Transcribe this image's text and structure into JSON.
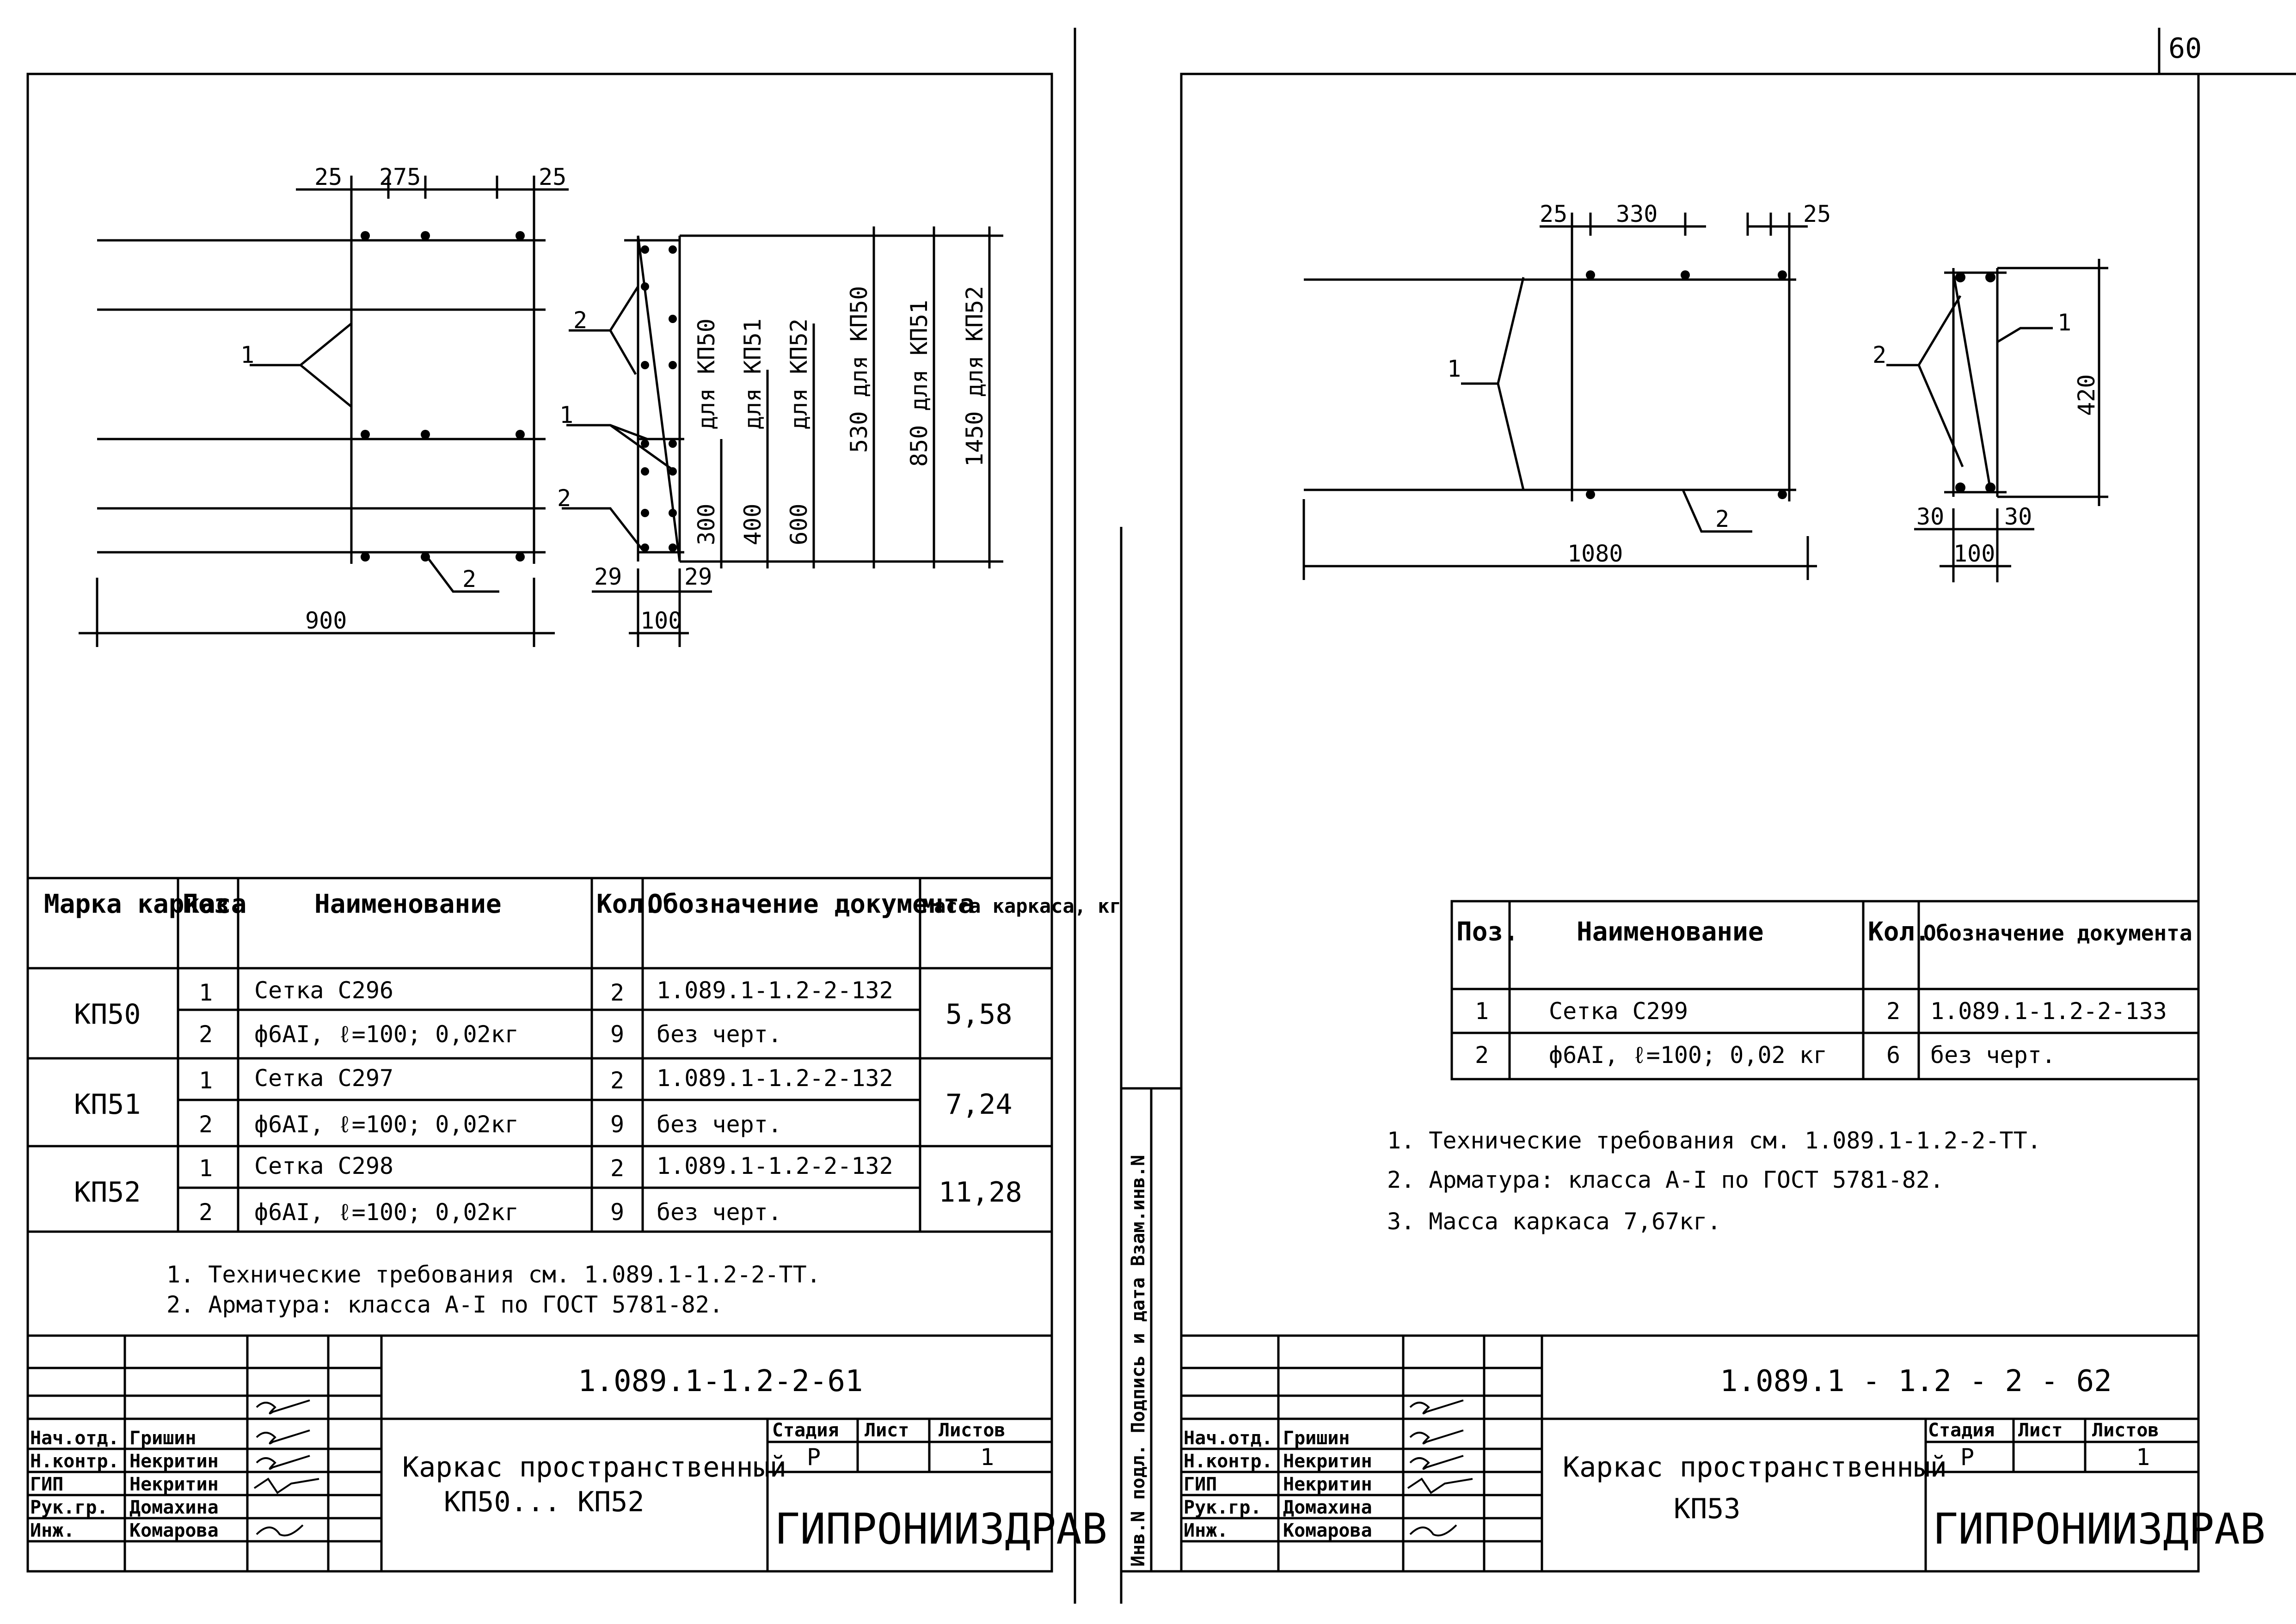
{
  "sheet_number": "60",
  "left": {
    "dims": {
      "d25a": "25",
      "d275": "275",
      "d25b": "25",
      "d900": "900",
      "d29a": "29",
      "d29b": "29",
      "d100": "100",
      "d300": "300",
      "d400": "400",
      "d600": "600",
      "d530": "530 для КП50",
      "d850": "850 для КП51",
      "d1450": "1450 для КП52",
      "lbl300": "для КП50",
      "lbl400": "для КП51",
      "lbl600": "для КП52"
    },
    "callouts": {
      "c1a": "1",
      "c2a": "2",
      "c2b": "2",
      "c1b": "1",
      "c2c": "2"
    },
    "table": {
      "headers": [
        "Марка каркаса",
        "Поз.",
        "Наименование",
        "Кол.",
        "Обозначение документа",
        "Масса каркаса, кг"
      ],
      "groups": [
        {
          "mark": "КП50",
          "mass": "5,58",
          "rows": [
            {
              "pos": "1",
              "name": "Сетка С296",
              "qty": "2",
              "doc": "1.089.1-1.2-2-132"
            },
            {
              "pos": "2",
              "name": "ф6АI, ℓ=100; 0,02кг",
              "qty": "9",
              "doc": "без черт."
            }
          ]
        },
        {
          "mark": "КП51",
          "mass": "7,24",
          "rows": [
            {
              "pos": "1",
              "name": "Сетка С297",
              "qty": "2",
              "doc": "1.089.1-1.2-2-132"
            },
            {
              "pos": "2",
              "name": "ф6АI, ℓ=100; 0,02кг",
              "qty": "9",
              "doc": "без черт."
            }
          ]
        },
        {
          "mark": "КП52",
          "mass": "11,28",
          "rows": [
            {
              "pos": "1",
              "name": "Сетка С298",
              "qty": "2",
              "doc": "1.089.1-1.2-2-132"
            },
            {
              "pos": "2",
              "name": "ф6АI, ℓ=100; 0,02кг",
              "qty": "9",
              "doc": "без черт."
            }
          ]
        }
      ]
    },
    "notes": [
      "1. Технические требования см. 1.089.1-1.2-2-ТТ.",
      "2. Арматура: класса А-I по ГОСТ 5781-82."
    ],
    "stamp": {
      "code": "1.089.1-1.2-2-61",
      "title_line1": "Каркас пространственный",
      "title_line2": "КП50... КП52",
      "stage_label": "Стадия",
      "sheet_label": "Лист",
      "sheets_label": "Листов",
      "stage": "Р",
      "sheet": "",
      "sheets": "1",
      "org": "ГИПРОНИИЗДРАВ",
      "roles": [
        "Нач.отд.",
        "Н.контр.",
        "ГИП",
        "Рук.гр.",
        "Инж."
      ],
      "names": [
        "Гришин",
        "Некритин",
        "Некритин",
        "Домахина",
        "Комарова"
      ]
    }
  },
  "right": {
    "dims": {
      "d25a": "25",
      "d330": "330",
      "d25b": "25",
      "d1080": "1080",
      "d420": "420",
      "d30a": "30",
      "d30b": "30",
      "d100": "100"
    },
    "callouts": {
      "c1a": "1",
      "c2a": "2",
      "c1b": "1",
      "c2b": "2"
    },
    "table": {
      "headers": [
        "Поз.",
        "Наименование",
        "Кол.",
        "Обозначение документа"
      ],
      "rows": [
        {
          "pos": "1",
          "name": "Сетка С299",
          "qty": "2",
          "doc": "1.089.1-1.2-2-133"
        },
        {
          "pos": "2",
          "name": "ф6АI, ℓ=100; 0,02 кг",
          "qty": "6",
          "doc": "без черт."
        }
      ]
    },
    "notes": [
      "1. Технические требования см. 1.089.1-1.2-2-ТТ.",
      "2. Арматура: класса А-I по ГОСТ 5781-82.",
      "3. Масса каркаса 7,67кг."
    ],
    "stamp": {
      "code": "1.089.1 - 1.2 - 2 - 62",
      "title_line1": "Каркас пространственный",
      "title_line2": "КП53",
      "stage_label": "Стадия",
      "sheet_label": "Лист",
      "sheets_label": "Листов",
      "stage": "Р",
      "sheet": "",
      "sheets": "1",
      "org": "ГИПРОНИИЗДРАВ",
      "roles": [
        "Нач.отд.",
        "Н.контр.",
        "ГИП",
        "Рук.гр.",
        "Инж."
      ],
      "names": [
        "Гришин",
        "Некритин",
        "Некритин",
        "Домахина",
        "Комарова"
      ]
    },
    "side_label": "Инв.N подл. Подпись и дата Взам.инв.N"
  }
}
